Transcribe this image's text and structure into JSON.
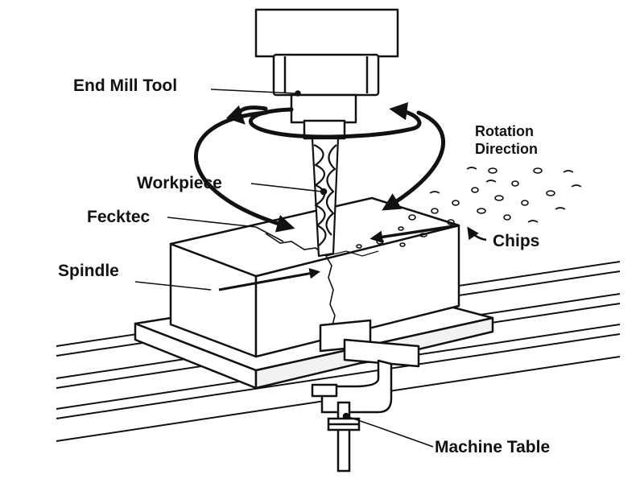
{
  "diagram": {
    "labels": {
      "end_mill_tool": "End Mill Tool",
      "rotation_direction_line1": "Rotation",
      "rotation_direction_line2": "Direction",
      "workpiece": "Workpiece",
      "fecktec": "Fecktec",
      "chips": "Chips",
      "spindle": "Spindle",
      "machine_table": "Machine Table"
    },
    "colors": {
      "ink": "#111111",
      "paper": "#ffffff",
      "shade": "#e9e9e9"
    }
  }
}
